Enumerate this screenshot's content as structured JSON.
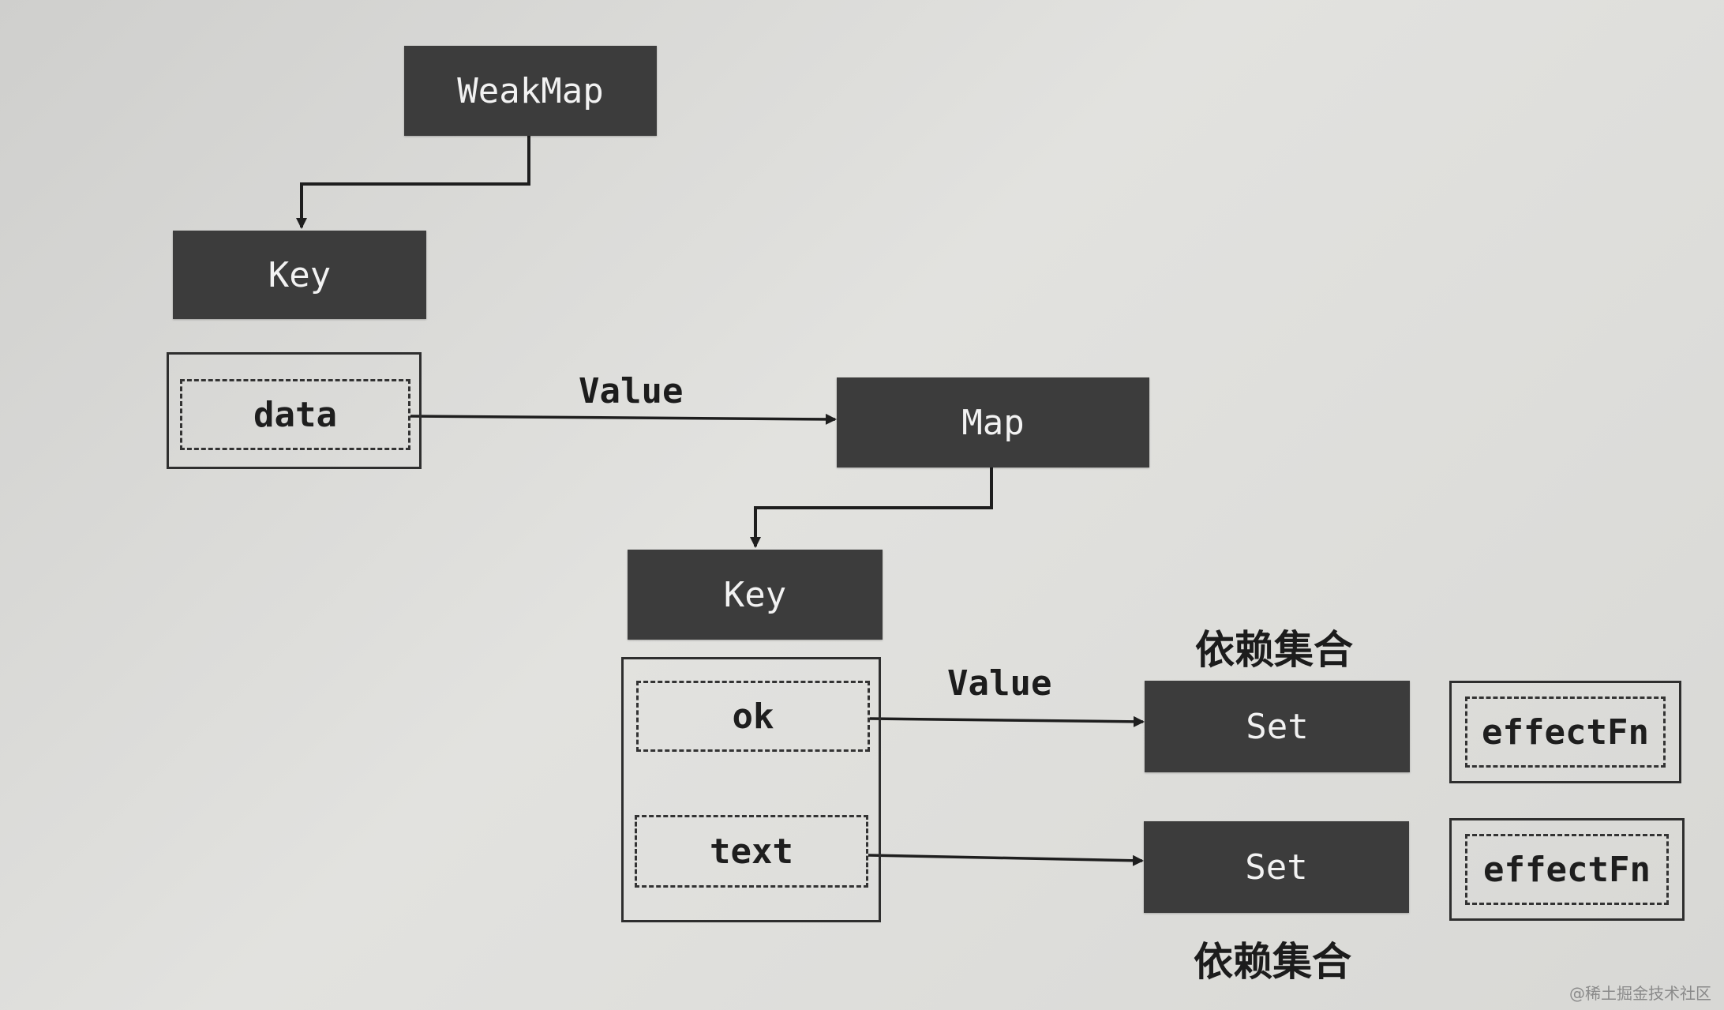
{
  "diagram": {
    "weakmap": "WeakMap",
    "key1": "Key",
    "data": "data",
    "value1": "Value",
    "map": "Map",
    "key2": "Key",
    "ok": "ok",
    "text": "text",
    "value2": "Value",
    "dep_set_top": "依赖集合",
    "set1": "Set",
    "set2": "Set",
    "effect1": "effectFn",
    "effect2": "effectFn",
    "dep_set_bottom": "依赖集合"
  },
  "watermark": "@稀土掘金技术社区",
  "colors": {
    "node_fill": "#3c3c3c",
    "node_text": "#f2f2f2",
    "line": "#1e1e1e"
  }
}
